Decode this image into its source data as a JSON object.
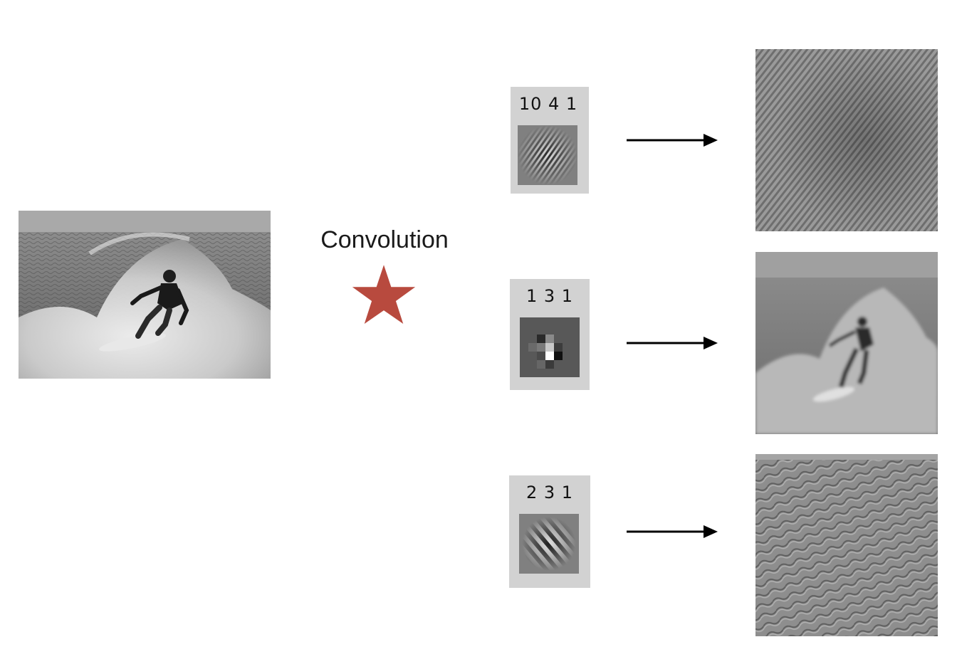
{
  "operation": {
    "label": "Convolution",
    "symbol_icon": "star-icon",
    "symbol_color": "#b84a3e"
  },
  "input_image": {
    "icon": "surfer-photo"
  },
  "filters": [
    {
      "label": "10 4 1"
    },
    {
      "label": "1 3 1"
    },
    {
      "label": "2 3 1"
    }
  ],
  "arrow_color": "#000000",
  "card_color": "#d2d2d2"
}
